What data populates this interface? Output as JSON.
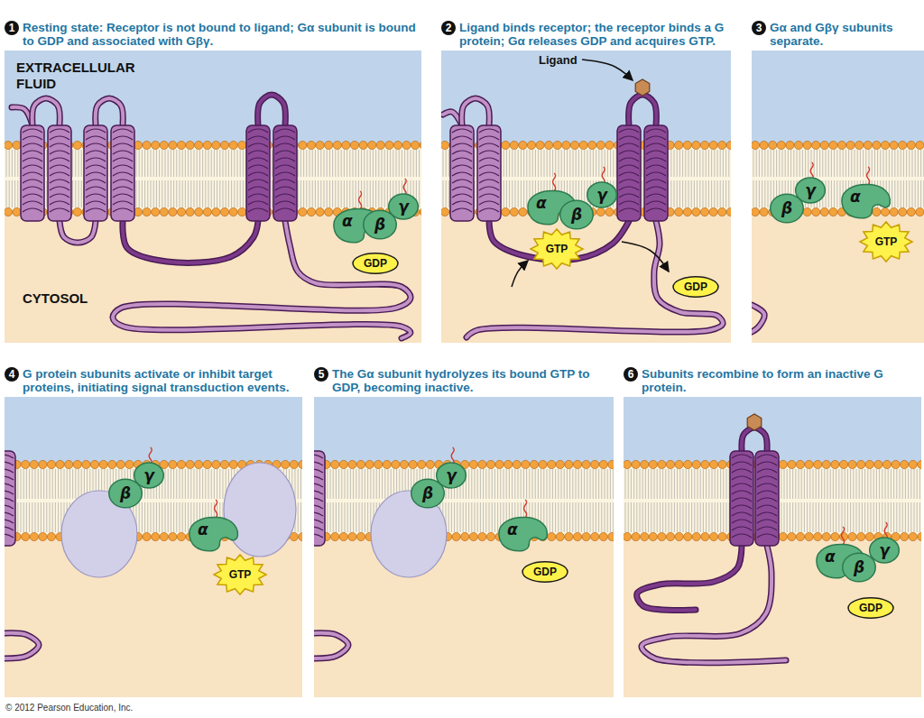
{
  "diagram": {
    "nodes": [
      {
        "text": [
          "1",
          "Resting state: Receptor is not bound to ligand; Gα subunit is bound to GDP and associated with Gβγ.",
          "EXTRACELLULAR FLUID",
          "CYTOSOL"
        ]
      },
      {
        "text": [
          "α"
        ],
        "in": 0
      },
      {
        "text": [
          "β"
        ],
        "in": 0
      },
      {
        "text": [
          "γ"
        ],
        "in": 0
      },
      {
        "text": [
          "GDP"
        ],
        "in": 0
      },
      {
        "text": [
          "2",
          "Ligand binds receptor; the receptor binds a G protein; Gα releases GDP and acquires GTP.",
          "Ligand"
        ]
      },
      {
        "text": [
          "α"
        ],
        "in": 5
      },
      {
        "text": [
          "β"
        ],
        "in": 5
      },
      {
        "text": [
          "γ"
        ],
        "in": 5
      },
      {
        "text": [
          "GTP"
        ],
        "in": 5
      },
      {
        "text": [
          "GDP"
        ],
        "in": 5
      },
      {
        "text": [
          "3",
          "Gα and Gβγ subunits separate."
        ]
      },
      {
        "text": [
          "β"
        ],
        "in": 11
      },
      {
        "text": [
          "γ"
        ],
        "in": 11
      },
      {
        "text": [
          "α"
        ],
        "in": 11
      },
      {
        "text": [
          "GTP"
        ],
        "in": 11
      },
      {
        "text": [
          "4",
          "G protein subunits activate or inhibit target proteins, initiating signal transduction events."
        ]
      },
      {
        "text": [
          "β"
        ],
        "in": 16
      },
      {
        "text": [
          "γ"
        ],
        "in": 16
      },
      {
        "text": [
          "α"
        ],
        "in": 16
      },
      {
        "text": [
          "GTP"
        ],
        "in": 16
      },
      {
        "text": [
          "5",
          "The Gα subunit hydrolyzes its bound GTP to GDP, becoming inactive."
        ]
      },
      {
        "text": [
          "β"
        ],
        "in": 21
      },
      {
        "text": [
          "γ"
        ],
        "in": 21
      },
      {
        "text": [
          "α"
        ],
        "in": 21
      },
      {
        "text": [
          "GDP"
        ],
        "in": 21
      },
      {
        "text": [
          "6",
          "Subunits recombine to form an inactive G protein."
        ]
      },
      {
        "text": [
          "α"
        ],
        "in": 26
      },
      {
        "text": [
          "β"
        ],
        "in": 26
      },
      {
        "text": [
          "γ"
        ],
        "in": 26
      },
      {
        "text": [
          "GDP"
        ],
        "in": 26
      }
    ],
    "labels": [
      "© 2012 Pearson Education, Inc."
    ]
  }
}
